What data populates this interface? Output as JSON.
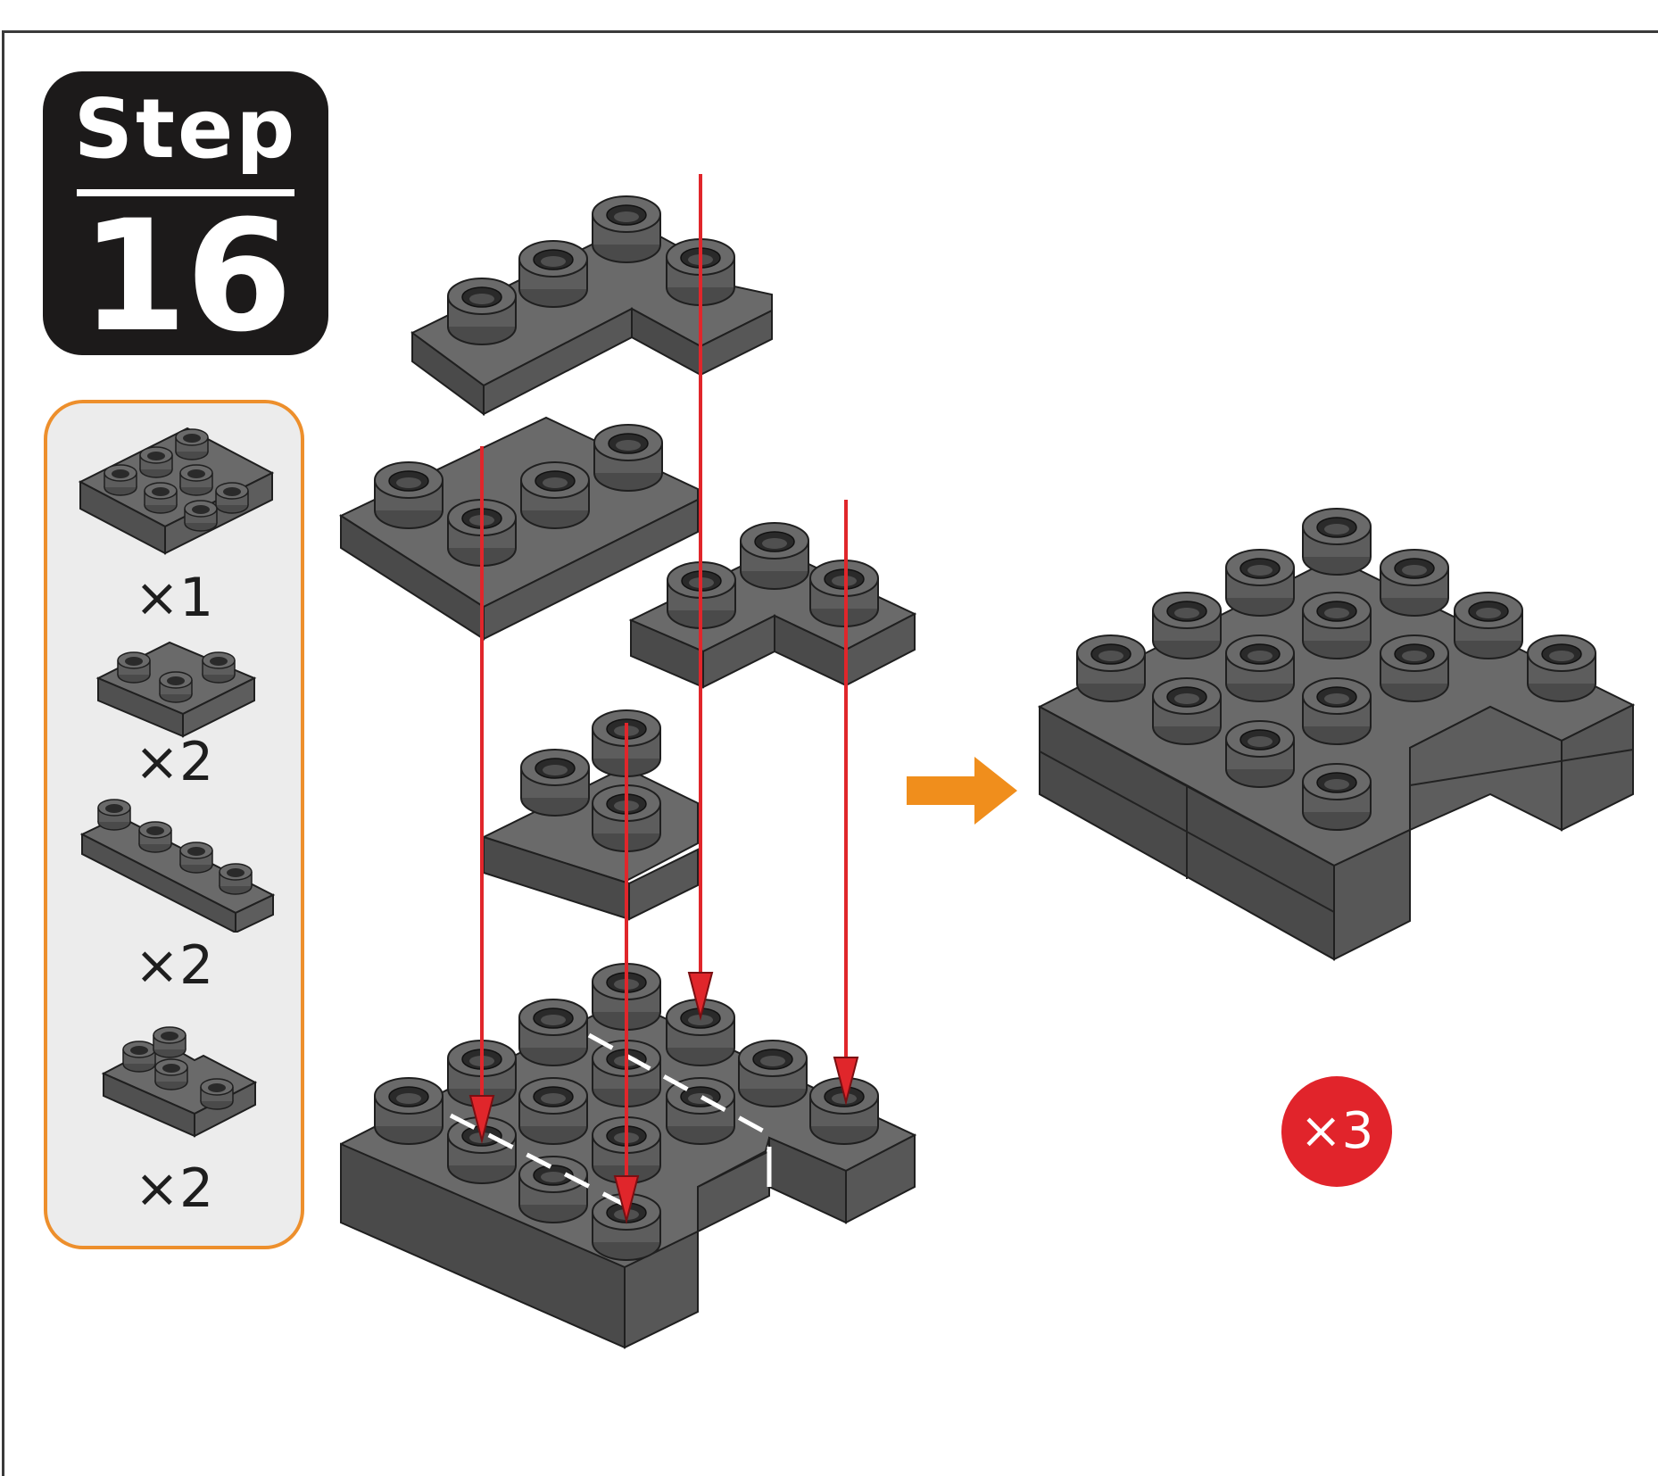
{
  "step": {
    "word": "Step",
    "number": "16"
  },
  "parts": [
    {
      "icon": "brick-2x3-plate-icon",
      "quantity": "×1"
    },
    {
      "icon": "plate-3-stud-notch-icon",
      "quantity": "×2"
    },
    {
      "icon": "plate-1x4-icon",
      "quantity": "×2"
    },
    {
      "icon": "plate-corner-step-icon",
      "quantity": "×2"
    }
  ],
  "repeat": {
    "label": "×3"
  },
  "colors": {
    "brick": "#5a5a5a",
    "arrow_guide": "#e0262b",
    "next_arrow": "#f08e1c",
    "panel_border": "#ed8f2c"
  }
}
